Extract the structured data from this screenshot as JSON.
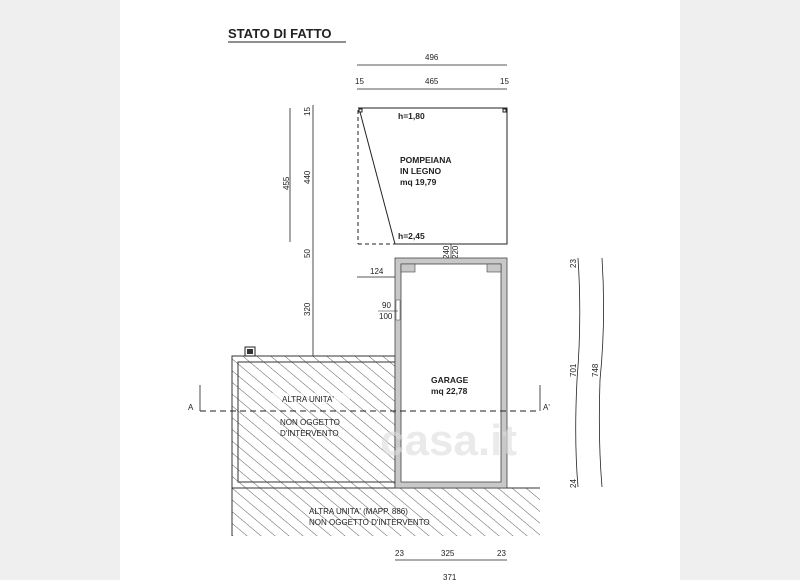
{
  "title": "STATO DI FATTO",
  "pompeiana": {
    "name": "POMPEIANA",
    "material": "IN LEGNO",
    "area": "mq 19,79",
    "h_top": "h=1,80",
    "h_bottom": "h=2,45"
  },
  "garage": {
    "name": "GARAGE",
    "area": "mq 22,78"
  },
  "other_unit": {
    "line1": "ALTRA UNITA'",
    "line2": "NON OGGETTO",
    "line3": "D'INTERVENTO"
  },
  "other_unit_bottom": {
    "line1": "ALTRA UNITA' (MAPP. 886)",
    "line2": "NON OGGETTO D'INTERVENTO"
  },
  "section": {
    "left": "A",
    "right": "A'"
  },
  "dimensions": {
    "top_total": "496",
    "top_left": "15",
    "top_mid": "465",
    "top_right": "15",
    "left_total": "455",
    "left_a": "15",
    "left_b": "440",
    "left_c": "50",
    "left_d": "320",
    "door_a": "240",
    "door_b": "220",
    "offset": "124",
    "wall_a": "90",
    "wall_b": "100",
    "right_a": "23",
    "right_b": "701",
    "right_c": "24",
    "right_total": "748",
    "bottom_a": "23",
    "bottom_b": "325",
    "bottom_c": "23",
    "bottom_total": "371"
  },
  "watermark": "casa.it"
}
